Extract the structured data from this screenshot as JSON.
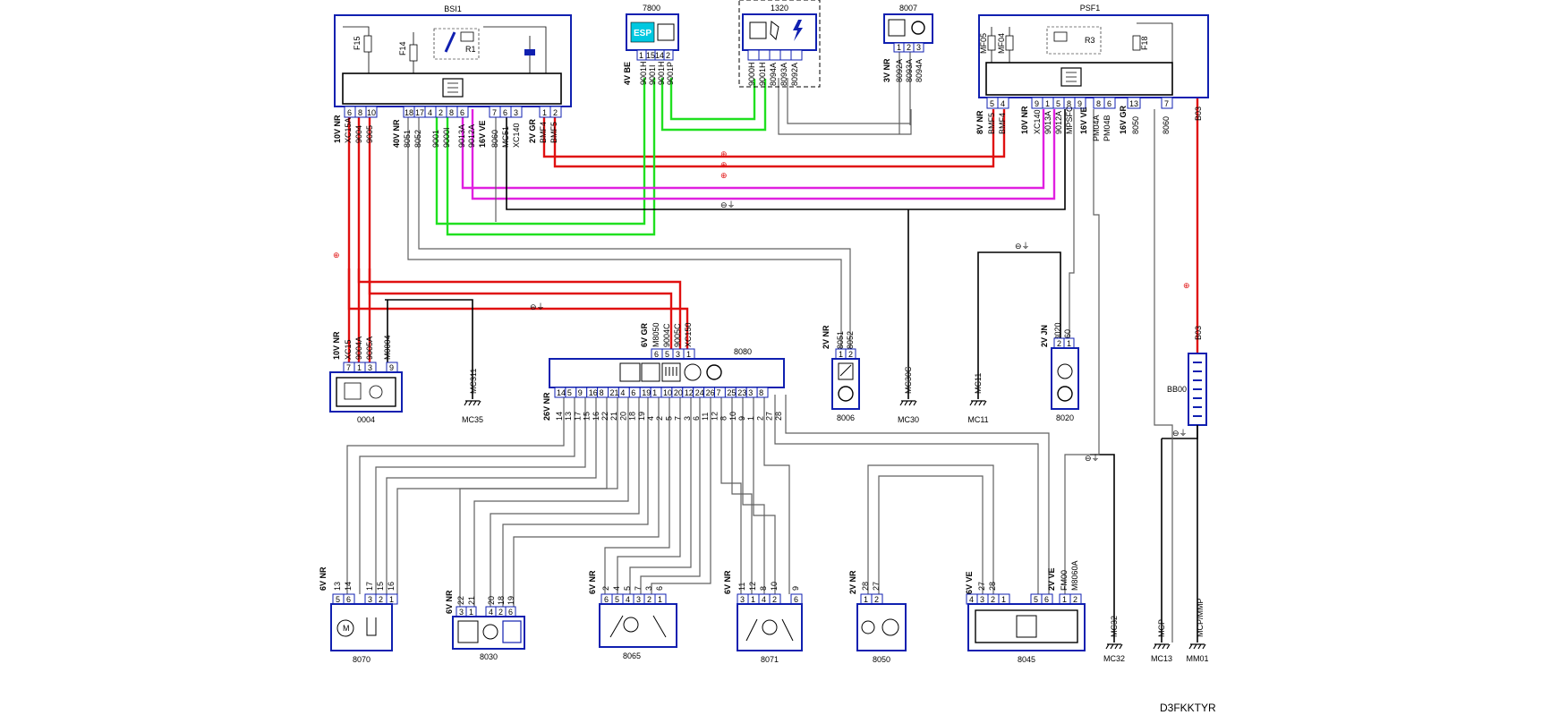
{
  "drawing_id": "D3FKKTYR",
  "components": {
    "bsi1": {
      "label": "BSI1",
      "fuses": [
        "F15",
        "F14"
      ],
      "relay": "R1"
    },
    "c7800": {
      "label": "7800",
      "badge": "ESP",
      "pins": [
        "1",
        "15",
        "14",
        "2"
      ],
      "connector": "4V BE",
      "wires": [
        "9001H",
        "9001I",
        "9001H",
        "9001P"
      ]
    },
    "c1320": {
      "label": "1320",
      "pins": [
        "9000H",
        "9001H",
        "8094A",
        "8093A",
        "8092A"
      ]
    },
    "c8007": {
      "label": "8007",
      "pins": [
        "1",
        "2",
        "3"
      ],
      "connector": "3V NR",
      "wires": [
        "8092A",
        "8093A",
        "8094A"
      ]
    },
    "psf1": {
      "label": "PSF1",
      "fuses": [
        "MF05",
        "MF04",
        "F18"
      ],
      "relay": "R3"
    },
    "c8080": {
      "label": "8080",
      "connector_top": "6V GR",
      "wires_top": [
        "M8050",
        "9004C",
        "9005C",
        "XC150"
      ],
      "pins_top": [
        "6",
        "5",
        "3",
        "1"
      ],
      "connector_bottom": "26V NR"
    },
    "c0004": {
      "label": "0004",
      "connector": "10V NR",
      "pins": [
        "7",
        "1",
        "3",
        "9"
      ],
      "wires": [
        "XC15",
        "9004A",
        "9005A",
        "M0004"
      ]
    },
    "c8006": {
      "label": "8006",
      "connector": "2V NR",
      "pins": [
        "1",
        "2"
      ],
      "wires": [
        "8051",
        "8052"
      ]
    },
    "c8020": {
      "label": "8020",
      "connector": "2V JN",
      "pins": [
        "2",
        "1"
      ],
      "wires": [
        "M8020",
        "8060"
      ]
    },
    "bb00": {
      "label": "BB00",
      "wire": "B03"
    },
    "c8070": {
      "label": "8070",
      "connector": "6V NR",
      "pins": [
        "5",
        "6",
        "3",
        "2",
        "1"
      ],
      "wires": [
        "13",
        "14",
        "17",
        "15",
        "16"
      ]
    },
    "c8030": {
      "label": "8030",
      "connector": "6V NR",
      "pins": [
        "3",
        "1",
        "4",
        "2",
        "6"
      ],
      "wires": [
        "22",
        "21",
        "20",
        "18",
        "19"
      ]
    },
    "c8065": {
      "label": "8065",
      "connector": "6V NR",
      "pins": [
        "6",
        "5",
        "4",
        "3",
        "2",
        "1"
      ],
      "wires": [
        "2",
        "4",
        "5",
        "7",
        "3",
        "6"
      ]
    },
    "c8071": {
      "label": "8071",
      "connector": "6V NR",
      "pins": [
        "3",
        "1",
        "4",
        "2",
        "6"
      ],
      "wires": [
        "11",
        "12",
        "8",
        "10",
        "9"
      ]
    },
    "c8050": {
      "label": "8050",
      "connector": "2V NR",
      "pins": [
        "1",
        "2"
      ],
      "wires": [
        "28",
        "27"
      ]
    },
    "c8045": {
      "label": "8045",
      "connector": "6V VE",
      "pins": [
        "4",
        "3",
        "2",
        "1",
        "5",
        "6"
      ],
      "wires": [
        "27",
        "28"
      ]
    },
    "c8045b": {
      "connector": "2V VE",
      "pins": [
        "1",
        "2"
      ],
      "wires": [
        "FM00",
        "M8060A"
      ]
    }
  },
  "grounds": {
    "mc35": {
      "label": "MC35",
      "wire": "MC311"
    },
    "mc30": {
      "label": "MC30",
      "wire": "MC30C"
    },
    "mc11": {
      "label": "MC11",
      "wire": "MC11"
    },
    "mc32": {
      "label": "MC32",
      "wire": "MC32"
    },
    "mc13": {
      "label": "MC13",
      "wire": "MCP"
    },
    "mm01": {
      "label": "MM01",
      "wire": "MCP/MMP"
    }
  },
  "bsi1_connectors": [
    {
      "name": "10V NR",
      "pins": [
        "6",
        "8",
        "10"
      ],
      "wires": [
        "XC15A",
        "9004",
        "9005"
      ]
    },
    {
      "name": "40V NR",
      "pins": [
        "18",
        "17",
        "4",
        "2",
        "8",
        "6"
      ],
      "wires": [
        "8051",
        "8052",
        "9001",
        "9000I",
        "9013A",
        "9012A"
      ]
    },
    {
      "name": "16V VE",
      "pins": [
        "7",
        "6",
        "3"
      ],
      "wires": [
        "8060",
        "MC51",
        "XC140"
      ]
    },
    {
      "name": "2V GR",
      "pins": [
        "1",
        "2"
      ],
      "wires": [
        "BMF4",
        "BMF5"
      ]
    }
  ],
  "psf1_connectors": [
    {
      "name": "8V NR",
      "pins": [
        "5",
        "4"
      ],
      "wires": [
        "BMF5",
        "BMF4"
      ]
    },
    {
      "name": "10V NR",
      "pins": [
        "9",
        "1",
        "5",
        "8"
      ],
      "wires": [
        "XC140",
        "9013A",
        "9012A",
        "MPSFC"
      ]
    },
    {
      "name": "16V VE",
      "pins": [
        "8",
        "6"
      ],
      "wires": [
        "PM04A",
        "PM04B"
      ]
    },
    {
      "name": "16V GR",
      "pins": [
        "13",
        "7"
      ],
      "wires": [
        "8050",
        "8060"
      ]
    }
  ],
  "c8080_bottom_pins": [
    "14",
    "5",
    "9",
    "16",
    "8",
    "21",
    "4",
    "6",
    "19",
    "1",
    "10",
    "20",
    "12",
    "24",
    "26",
    "7",
    "25",
    "23",
    "3",
    "8"
  ],
  "c8080_bottom_wires": [
    "14",
    "13",
    "17",
    "15",
    "16",
    "22",
    "21",
    "20",
    "18",
    "19",
    "4",
    "2",
    "5",
    "7",
    "3",
    "6",
    "11",
    "12",
    "8",
    "10",
    "9",
    "1",
    "2",
    "27",
    "28"
  ],
  "colors": {
    "positive": "#e01010",
    "can": "#20e020",
    "data": "#e020e0",
    "ground": "#000000",
    "signal": "#606060",
    "outline": "#1020b0",
    "esp_badge": "#00c8e0"
  },
  "symbols": {
    "plus": "⊕",
    "ground": "⊖⏚"
  }
}
